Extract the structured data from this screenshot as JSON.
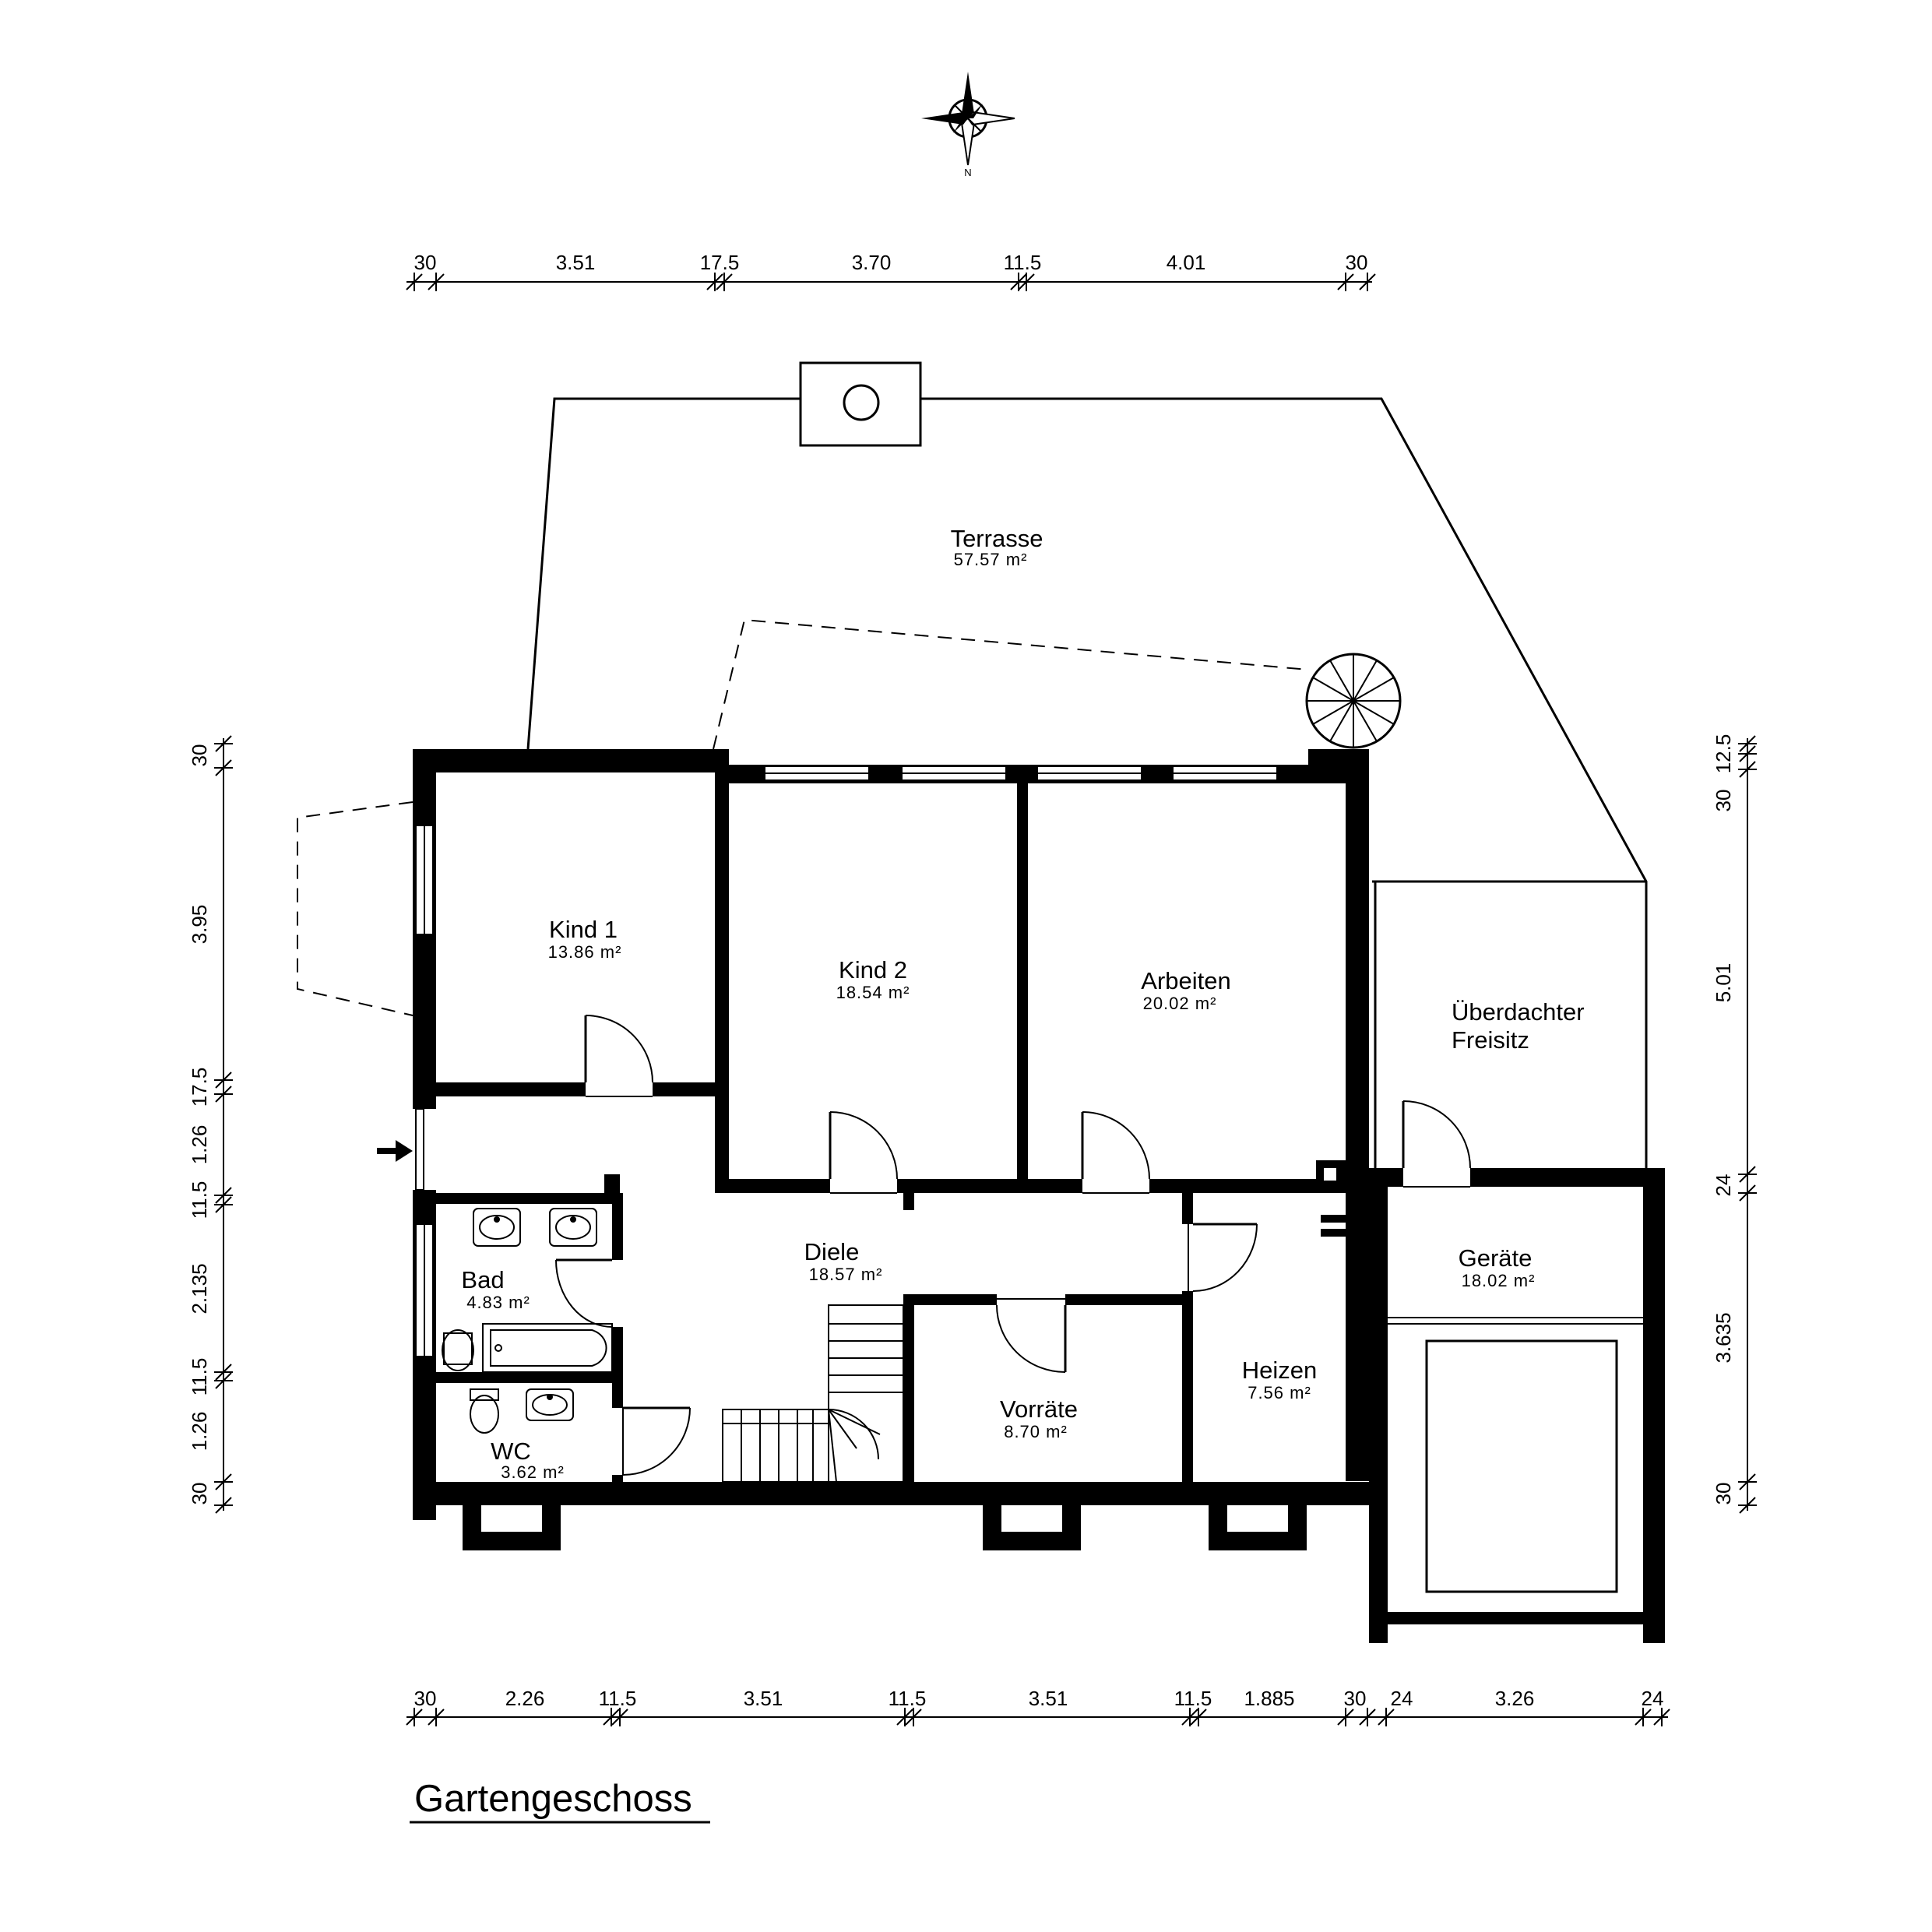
{
  "title": "Gartengeschoss",
  "compass": {
    "label": "N"
  },
  "rooms": {
    "terrasse": {
      "name": "Terrasse",
      "area": "57.57 m²"
    },
    "kind1": {
      "name": "Kind 1",
      "area": "13.86 m²"
    },
    "kind2": {
      "name": "Kind 2",
      "area": "18.54 m²"
    },
    "arbeiten": {
      "name": "Arbeiten",
      "area": "20.02 m²"
    },
    "freisitz": {
      "name_line1": "Überdachter",
      "name_line2": "Freisitz"
    },
    "diele": {
      "name": "Diele",
      "area": "18.57 m²"
    },
    "bad": {
      "name": "Bad",
      "area": "4.83 m²"
    },
    "wc": {
      "name": "WC",
      "area": "3.62 m²"
    },
    "vorraete": {
      "name": "Vorräte",
      "area": "8.70 m²"
    },
    "heizen": {
      "name": "Heizen",
      "area": "7.56 m²"
    },
    "geraete": {
      "name": "Geräte",
      "area": "18.02 m²"
    }
  },
  "dimensions": {
    "top": [
      "30",
      "3.51",
      "17.5",
      "3.70",
      "11.5",
      "4.01",
      "30"
    ],
    "bottom": [
      "30",
      "2.26",
      "11.5",
      "3.51",
      "11.5",
      "3.51",
      "11.5",
      "1.885",
      "30",
      "24",
      "3.26",
      "24"
    ],
    "left": [
      "30",
      "3.95",
      "17.5",
      "1.26",
      "11.5",
      "2.135",
      "11.5",
      "1.26",
      "30"
    ],
    "right": [
      "30",
      "12.5",
      "5.01",
      "24",
      "3.635",
      "30"
    ]
  }
}
